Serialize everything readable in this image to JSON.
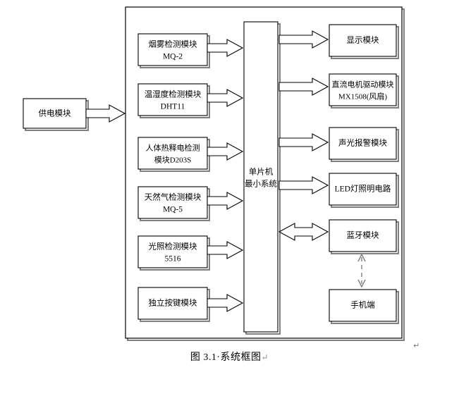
{
  "figure": {
    "caption_label": "图 3.1",
    "caption_sep": "·",
    "caption_title": "系统框图",
    "caption_pilcrow": "↵",
    "margin_pilcrow": "↵"
  },
  "power": {
    "label": "供电模块"
  },
  "mcu": {
    "line1": "单片机",
    "line2": "最小系统"
  },
  "inputs": [
    {
      "name": "smoke",
      "line1": "烟雾检测模块",
      "line2": "MQ-2"
    },
    {
      "name": "temp-humidity",
      "line1": "温湿度检测模块",
      "line2": "DHT11"
    },
    {
      "name": "pir",
      "line1": "人体热释电检测",
      "line2": "模块D203S"
    },
    {
      "name": "gas",
      "line1": "天然气检测模块",
      "line2": "MQ-5"
    },
    {
      "name": "light",
      "line1": "光照检测模块",
      "line2": "5516"
    },
    {
      "name": "keys",
      "line1": "独立按键模块",
      "line2": ""
    }
  ],
  "outputs": [
    {
      "name": "display",
      "line1": "显示模块",
      "line2": ""
    },
    {
      "name": "motor-driver",
      "line1": "直流电机驱动模块",
      "line2": "MX1508(风扇)"
    },
    {
      "name": "alarm",
      "line1": "声光报警模块",
      "line2": ""
    },
    {
      "name": "led-lighting",
      "line1": "LED灯照明电路",
      "line2": ""
    },
    {
      "name": "bluetooth",
      "line1": "蓝牙模块",
      "line2": ""
    },
    {
      "name": "phone",
      "line1": "手机端",
      "line2": ""
    }
  ],
  "colors": {
    "stroke": "#000000",
    "shadow": "#808080",
    "background": "#ffffff"
  }
}
